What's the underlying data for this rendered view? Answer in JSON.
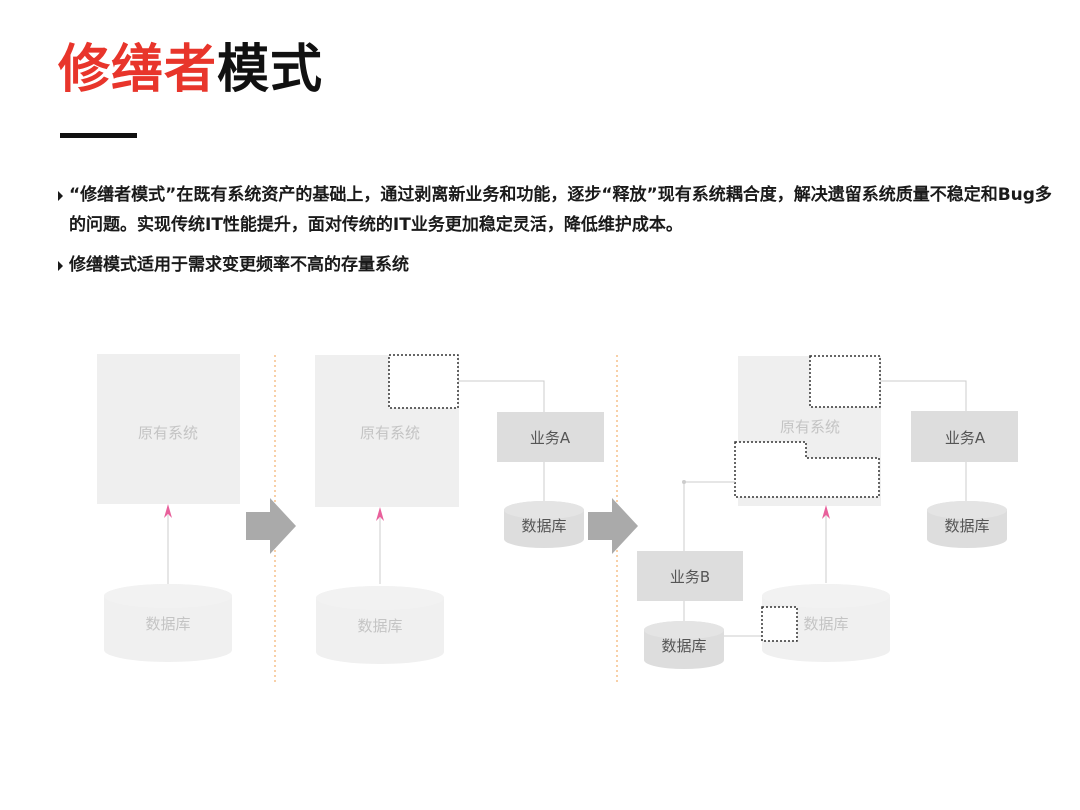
{
  "header": {
    "title_highlight": "修缮者",
    "title_rest": "模式"
  },
  "bullets": [
    "“修缮者模式”在既有系统资产的基础上，通过剥离新业务和功能，逐步“释放”现有系统耦合度，解决遗留系统质量不稳定和Bug多的问题。实现传统IT性能提升，面对传统的IT业务更加稳定灵活，降低维护成本。",
    "修缮模式适用于需求变更频率不高的存量系统"
  ],
  "diagram": {
    "stage1": {
      "system": "原有系统",
      "database": "数据库"
    },
    "stage2": {
      "system": "原有系统",
      "business": "业务A",
      "business_db": "数据库",
      "database": "数据库"
    },
    "stage3": {
      "system": "原有系统",
      "business_a": "业务A",
      "business_a_db": "数据库",
      "business_b": "业务B",
      "business_b_db": "数据库",
      "database": "数据库"
    }
  },
  "colors": {
    "accent_red": "#e8352b",
    "arrow_pink": "#e8609b",
    "divider_orange": "#f0a050"
  }
}
